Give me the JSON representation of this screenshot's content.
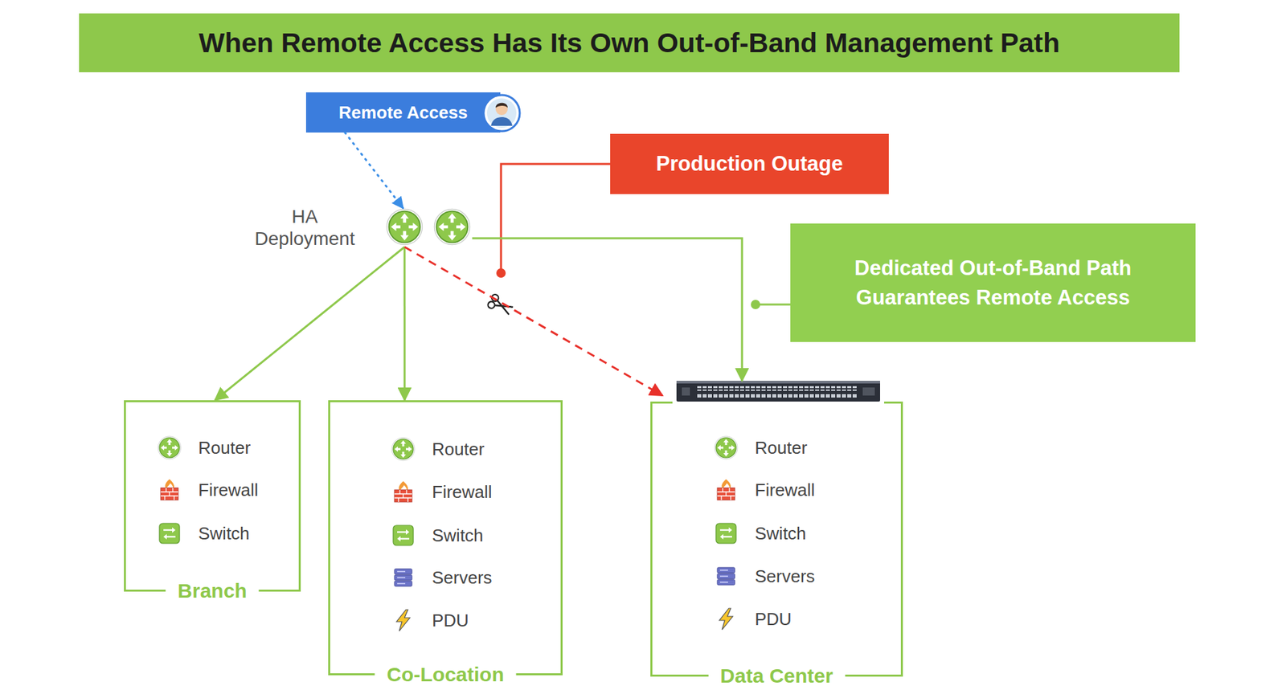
{
  "diagram": {
    "title": "When Remote Access Has Its Own Out-of-Band Management Path",
    "nodes": [
      {
        "text": [
          "Remote Access"
        ]
      },
      {
        "text": [
          "HA Deployment"
        ]
      },
      {
        "text": [
          "Production Outage"
        ]
      },
      {
        "text": [
          "Dedicated Out-of-Band Path Guarantees Remote Access"
        ]
      },
      {
        "text": [
          "Branch"
        ]
      },
      {
        "text": [
          "Router"
        ],
        "in": 4
      },
      {
        "text": [
          "Firewall"
        ],
        "in": 4
      },
      {
        "text": [
          "Switch"
        ],
        "in": 4
      },
      {
        "text": [
          "Co-Location"
        ]
      },
      {
        "text": [
          "Router"
        ],
        "in": 8
      },
      {
        "text": [
          "Firewall"
        ],
        "in": 8
      },
      {
        "text": [
          "Switch"
        ],
        "in": 8
      },
      {
        "text": [
          "Servers"
        ],
        "in": 8
      },
      {
        "text": [
          "PDU"
        ],
        "in": 8
      },
      {
        "text": [
          "Data Center"
        ]
      },
      {
        "text": [
          "Router"
        ],
        "in": 14
      },
      {
        "text": [
          "Firewall"
        ],
        "in": 14
      },
      {
        "text": [
          "Switch"
        ],
        "in": 14
      },
      {
        "text": [
          "Servers"
        ],
        "in": 14
      },
      {
        "text": [
          "PDU"
        ],
        "in": 14
      }
    ],
    "edges": [
      {
        "from": 0,
        "to": 1,
        "arrow": "to"
      },
      {
        "from": 1,
        "to": 4,
        "arrow": "to"
      },
      {
        "from": 1,
        "to": 8,
        "arrow": "to"
      },
      {
        "from": 1,
        "to": 14,
        "arrow": "to"
      },
      {
        "from": 1,
        "to": 14,
        "arrow": "to"
      }
    ]
  }
}
